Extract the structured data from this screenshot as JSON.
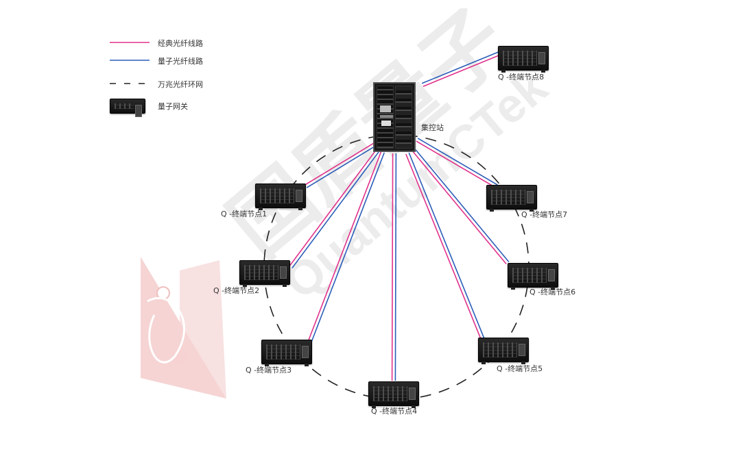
{
  "legend": [
    {
      "label": "经典光纤线路",
      "style": "pink"
    },
    {
      "label": "量子光纤线路",
      "style": "blue"
    },
    {
      "label": "万兆光纤环网",
      "style": "dash"
    },
    {
      "label": "量子网关",
      "style": "device"
    }
  ],
  "hub": {
    "label": "集控站"
  },
  "nodes": [
    {
      "label": "Q -终端节点1"
    },
    {
      "label": "Q -终端节点2"
    },
    {
      "label": "Q -终端节点3"
    },
    {
      "label": "Q -终端节点4"
    },
    {
      "label": "Q -终端节点5"
    },
    {
      "label": "Q -终端节点6"
    },
    {
      "label": "Q -终端节点7"
    },
    {
      "label": "Q -终端节点8"
    }
  ],
  "watermark": {
    "text_cn": "国盾量子",
    "text_en": "QuantumCTek"
  },
  "colors": {
    "classical": "#e0318a",
    "quantum": "#2a5db8",
    "ring": "#222222",
    "watermark": "#e9e9e9",
    "logo_red": "#f4c9c9"
  }
}
